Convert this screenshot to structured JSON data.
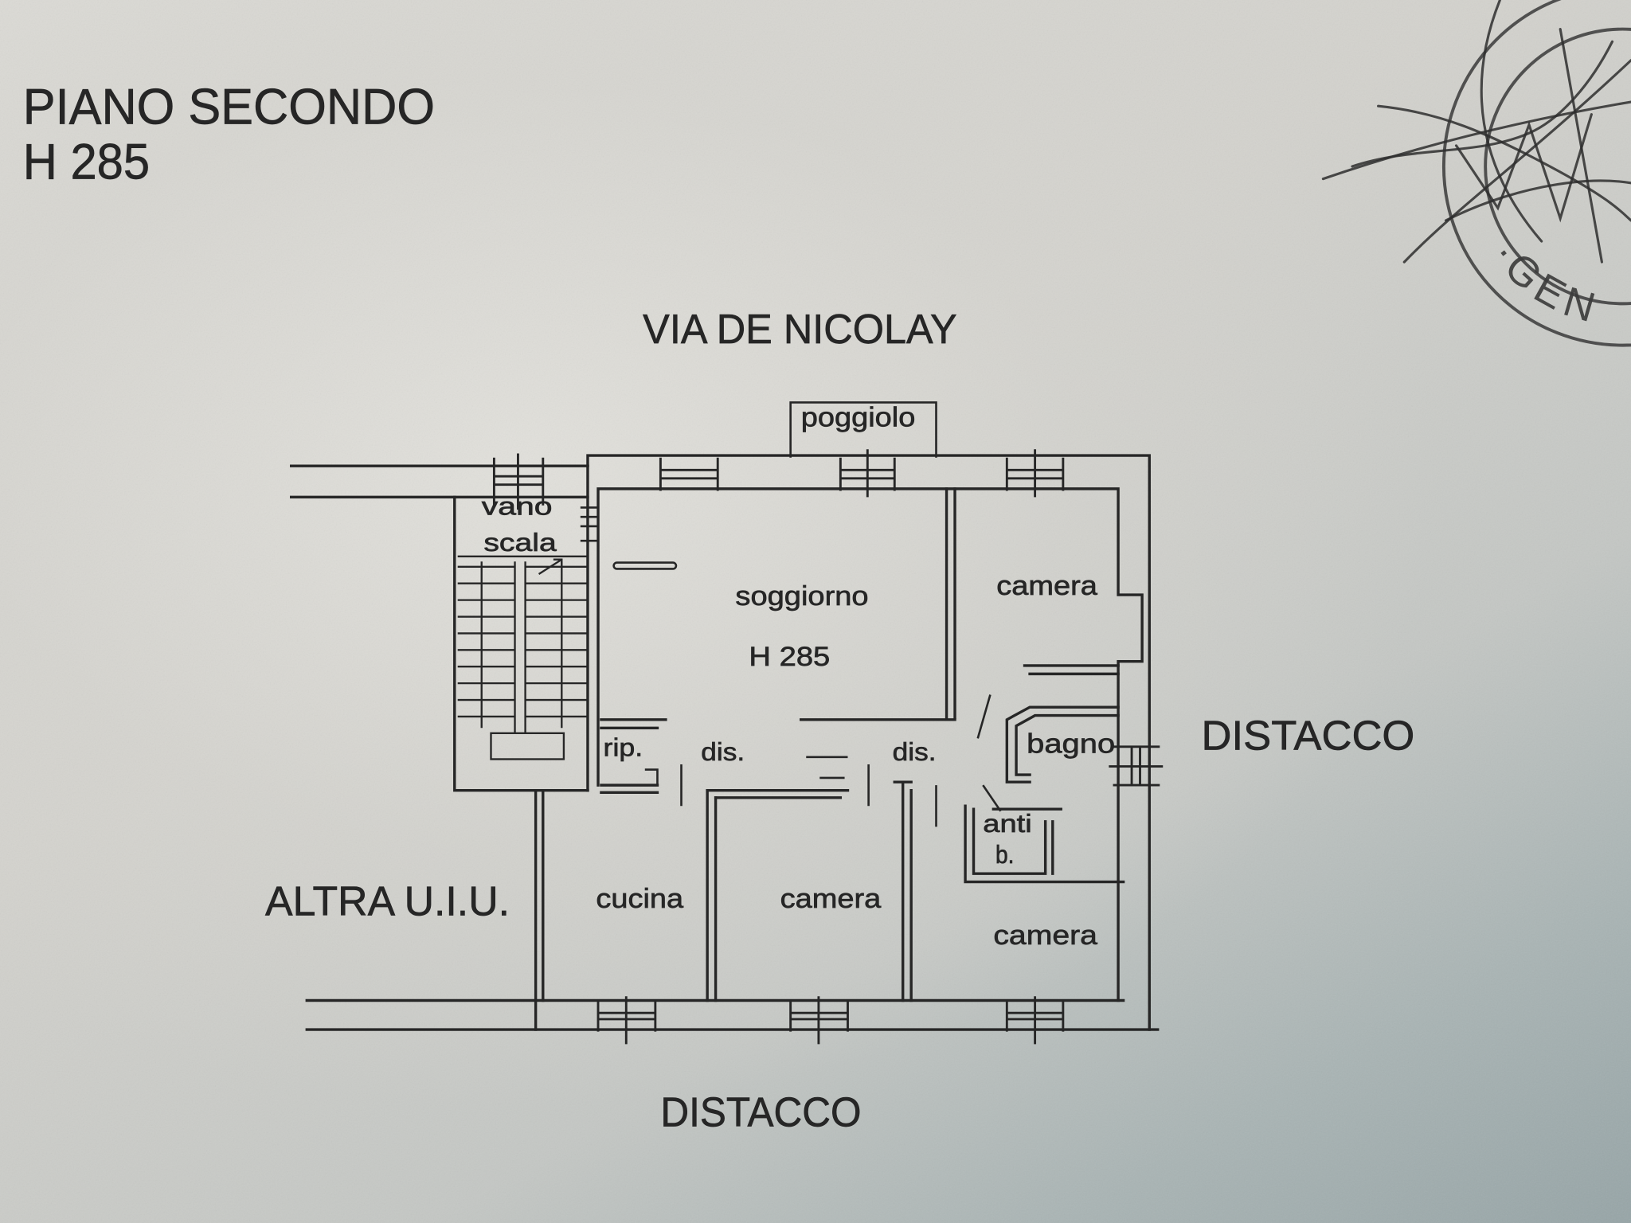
{
  "document": {
    "floor_title": "PIANO SECONDO",
    "floor_height": "H 285"
  },
  "plan": {
    "street": "VIA DE NICOLAY",
    "right_side": "DISTACCO",
    "bottom_side": "DISTACCO",
    "left_side": "ALTRA U.I.U.",
    "rooms": {
      "poggiolo": "poggiolo",
      "vano_scala_line1": "vano",
      "vano_scala_line2": "scala",
      "soggiorno": "soggiorno",
      "soggiorno_height": "H 285",
      "camera_north": "camera",
      "bagno": "bagno",
      "ripostiglio": "rip.",
      "disimpegno_1": "dis.",
      "disimpegno_2": "dis.",
      "antibagno_line1": "anti",
      "antibagno_line2": "b.",
      "cucina": "cucina",
      "camera_south": "camera",
      "camera_southeast": "camera"
    }
  },
  "stamp": {
    "text": "·GEN"
  },
  "colors": {
    "ink": "#262626",
    "paper": "#d6d5d0",
    "paper_shadow": "#97a5a7",
    "stamp_ink": "#3a3a3a"
  }
}
